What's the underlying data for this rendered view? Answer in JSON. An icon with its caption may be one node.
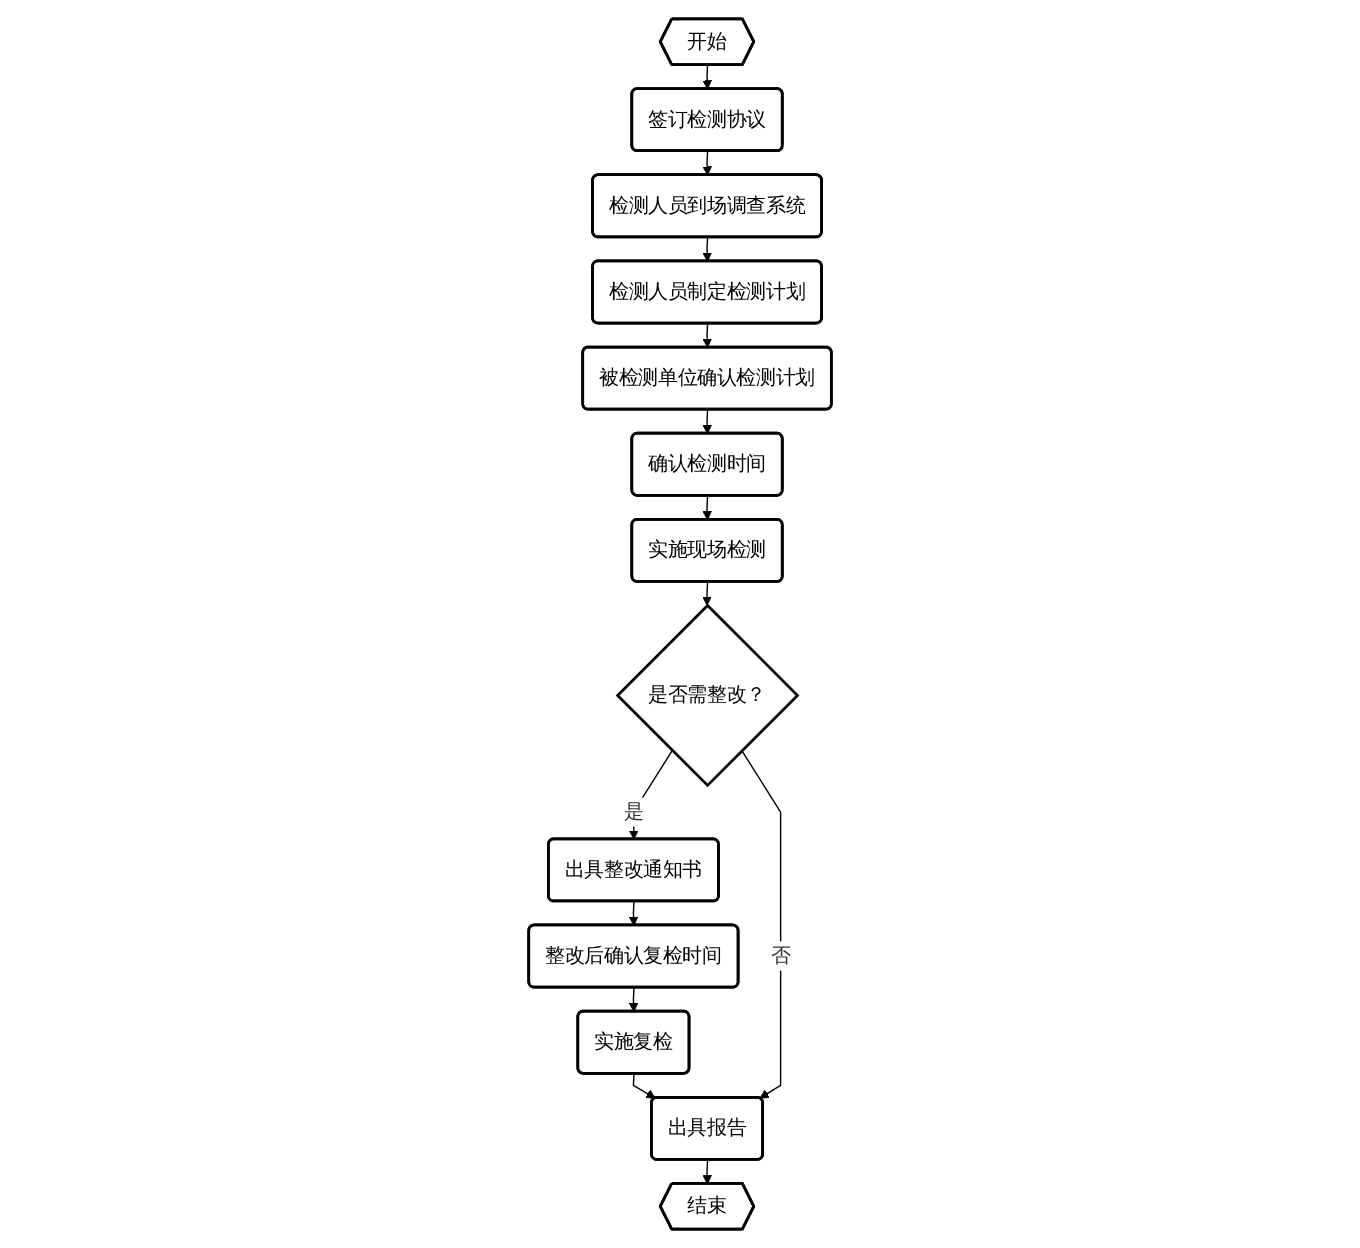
{
  "diagram": {
    "nodes": [
      {
        "text": [
          "开始"
        ]
      },
      {
        "text": [
          "签订检测协议"
        ]
      },
      {
        "text": [
          "检测人员到场调查系统"
        ]
      },
      {
        "text": [
          "检测人员制定检测计划"
        ]
      },
      {
        "text": [
          "被检测单位确认检测计划"
        ]
      },
      {
        "text": [
          "确认检测时间"
        ]
      },
      {
        "text": [
          "实施现场检测"
        ]
      },
      {
        "text": [
          "是否需整改？"
        ]
      },
      {
        "text": [
          "出具整改通知书"
        ]
      },
      {
        "text": [
          "整改后确认复检时间"
        ]
      },
      {
        "text": [
          "实施复检"
        ]
      },
      {
        "text": [
          "出具报告"
        ]
      },
      {
        "text": [
          "结束"
        ]
      }
    ],
    "edges": [
      {
        "from": 0,
        "to": 1,
        "arrow": "to"
      },
      {
        "from": 1,
        "to": 2,
        "arrow": "to"
      },
      {
        "from": 2,
        "to": 3,
        "arrow": "to"
      },
      {
        "from": 3,
        "to": 4,
        "arrow": "to"
      },
      {
        "from": 4,
        "to": 5,
        "arrow": "to"
      },
      {
        "from": 5,
        "to": 6,
        "arrow": "to"
      },
      {
        "from": 6,
        "to": 7,
        "arrow": "to"
      },
      {
        "from": 7,
        "to": 8,
        "arrow": "to",
        "label": "是"
      },
      {
        "from": 8,
        "to": 9,
        "arrow": "to"
      },
      {
        "from": 9,
        "to": 10,
        "arrow": "to"
      },
      {
        "from": 10,
        "to": 11,
        "arrow": "to"
      },
      {
        "from": 7,
        "to": 11,
        "arrow": "to",
        "label": "否"
      },
      {
        "from": 11,
        "to": 12,
        "arrow": "to"
      }
    ]
  }
}
